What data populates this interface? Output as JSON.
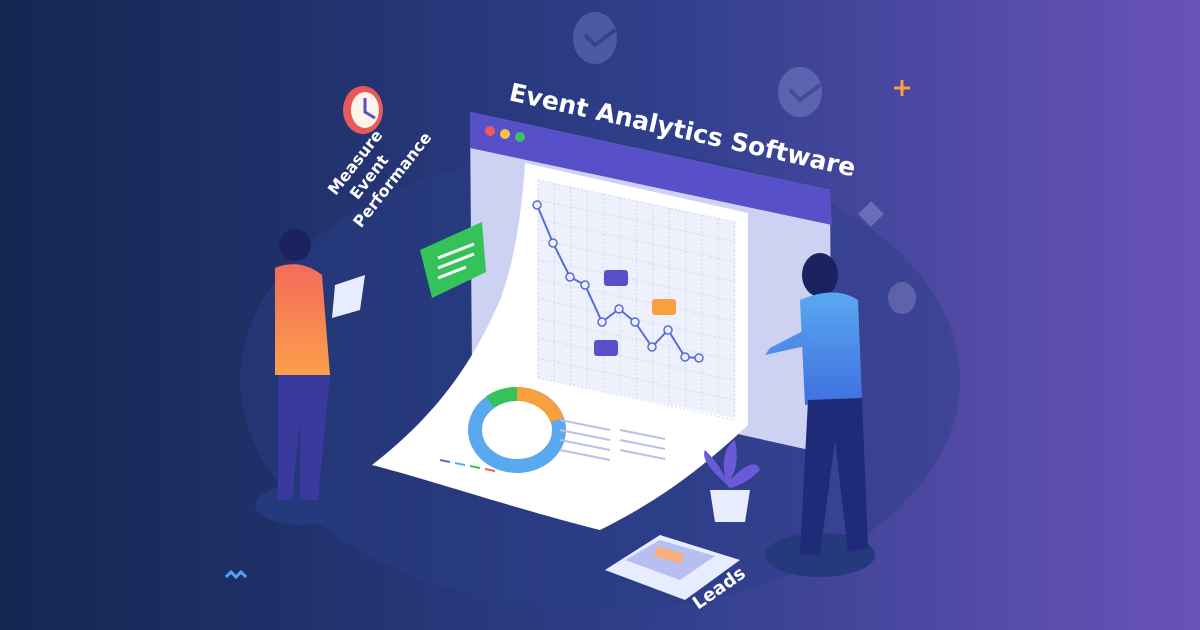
{
  "banner": {
    "title": "Event Analytics Software",
    "side_caption_lines": [
      "Measure",
      "Event",
      "Performance"
    ],
    "leads_label": "Leads"
  },
  "colors": {
    "background_left": "#142650",
    "background_right": "#6a52b8",
    "window_header": "#5750c8",
    "window_body": "#cdd2f2",
    "chart_line": "#5a6ad6",
    "accent_orange": "#f7a03c",
    "accent_green": "#35c25a",
    "clock_red": "#e85a5a"
  },
  "icons": [
    "clock-icon",
    "chat-bubble-icon",
    "donut-chart-icon",
    "plant-icon",
    "newspaper-icon",
    "plus-icon",
    "check-badge-icon"
  ]
}
